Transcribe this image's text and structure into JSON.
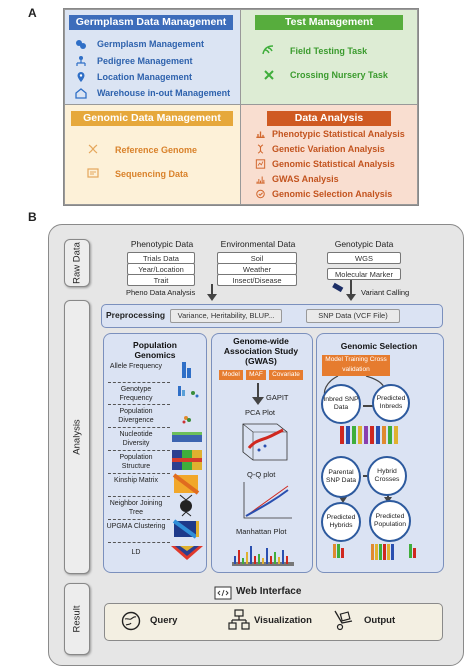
{
  "panel_a": {
    "letter": "A",
    "germplasm": {
      "title": "Germplasm Data Management",
      "items": [
        "Germplasm Management",
        "Pedigree Management",
        "Location Management",
        "Warehouse in-out Management"
      ]
    },
    "test": {
      "title": "Test Management",
      "items": [
        "Field Testing Task",
        "Crossing Nursery Task"
      ]
    },
    "genomic": {
      "title": "Genomic Data Management",
      "items": [
        "Reference Genome",
        "Sequencing Data"
      ]
    },
    "analysis": {
      "title": "Data Analysis",
      "items": [
        "Phenotypic Statistical Analysis",
        "Genetic Variation Analysis",
        "Genomic Statistical Analysis",
        "GWAS Analysis",
        "Genomic Selection Analysis"
      ]
    }
  },
  "panel_b": {
    "letter": "B",
    "side_labels": {
      "raw": "Raw Data",
      "analysis": "Analysis",
      "result": "Result"
    },
    "phenotypic": {
      "title": "Phenotypic Data",
      "items": [
        "Trials Data",
        "Year/Location",
        "Trait"
      ]
    },
    "environmental": {
      "title": "Environmental Data",
      "items": [
        "Soil",
        "Weather",
        "Insect/Disease"
      ]
    },
    "genotypic": {
      "title": "Genotypic Data",
      "items": [
        "WGS",
        "Molecular Marker"
      ]
    },
    "pheno_analysis": "Pheno Data Analysis",
    "variant_calling": "Variant Calling",
    "preprocessing": {
      "label": "Preprocessing",
      "box1": "Variance, Heritability, BLUP...",
      "box2": "SNP Data (VCF File)"
    },
    "popgen": {
      "title": "Population Genomics",
      "rows": [
        "Allele Frequency",
        "Genotype Frequency",
        "Population Divergence",
        "Nucleotide Diversity",
        "Population Structure",
        "Kinship Matrix",
        "Neighbor Joining Tree",
        "UPGMA Clustering",
        "LD"
      ]
    },
    "gwas": {
      "title": "Genome-wide Association Study (GWAS)",
      "tags": [
        "Model",
        "MAF",
        "Covariate"
      ],
      "gapit": "GAPIT",
      "pca": "PCA Plot",
      "qq": "Q-Q plot",
      "manhattan": "Manhattan Plot"
    },
    "gs": {
      "title": "Genomic Selection",
      "tag": "Model Training Cross validation",
      "inbred": "Inbred SNP Data",
      "pred_inbreds": "Predicted Inbreds",
      "parental": "Parental SNP Data",
      "hybrid": "Hybrid Crosses",
      "pred_hybrids": "Predicted Hybrids",
      "pred_population": "Predicted Population"
    },
    "web": "Web Interface",
    "result": {
      "query": "Query",
      "visualization": "Visualization",
      "output": "Output"
    }
  }
}
